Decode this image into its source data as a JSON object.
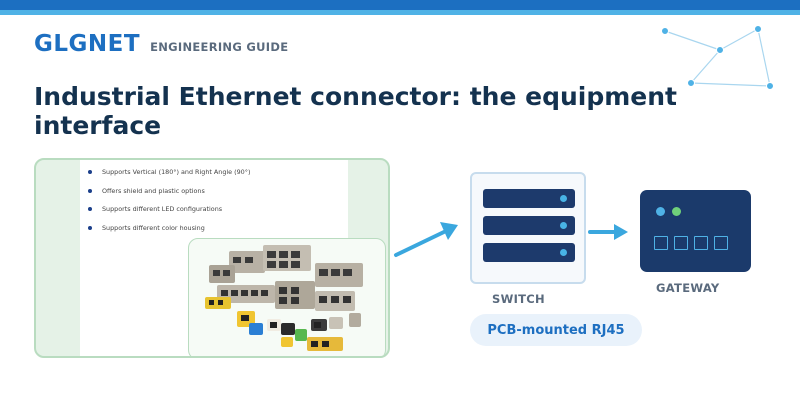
{
  "header": {
    "brand": "GLGNET",
    "tagline": "ENGINEERING GUIDE"
  },
  "title": "Industrial Ethernet connector: the equipment interface",
  "product_sheet": {
    "bullets": [
      "Supports Vertical (180°) and Right Angle (90°)",
      "Offers shield and plastic options",
      "Supports different LED configurations",
      "Supports different color housing"
    ]
  },
  "diagram": {
    "switch_label": "SWITCH",
    "gateway_label": "GATEWAY",
    "connector_label": "PCB-mounted RJ45"
  },
  "icons": {
    "network": "network-nodes-icon",
    "arrow": "arrow-right-icon",
    "switch": "server-rack-icon",
    "gateway": "gateway-icon"
  },
  "colors": {
    "brand_blue": "#1d6fc1",
    "accent_cyan": "#4fb2e6",
    "navy": "#1b3a6b",
    "title_dark": "#14324f",
    "label_gray": "#5a6a7d",
    "led_green": "#6fd07a"
  }
}
